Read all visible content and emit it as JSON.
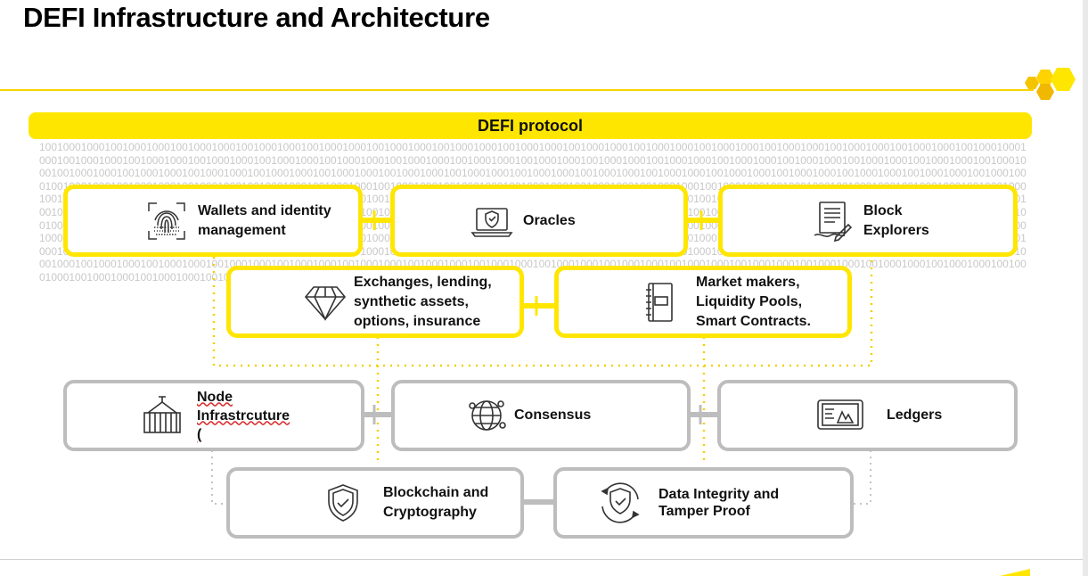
{
  "slide": {
    "title": "DEFI Infrastructure and Architecture"
  },
  "protocol": {
    "label": "DEFI  protocol"
  },
  "binary_background": "1001000100010010001000100100010001001000100010010001000100100010001001000100010010001000100100010001001000100010010001000100100010001001000100010010001000100100010001000100100010001001000100010010001000100100010001001000100010010001000100100010001001000100010010001000100100010001001000100010010001000100100010001001000100010010001000100100010001001000100010010001000100100010001001000100010010001000100100010001001000100010010001000100100010001001000100010010001000100100010001001000100010010001000100100010001001000100010010001000100100010001001000100010010001000100100010001001000100010010001000100100010001001000100010010001000100100010001001000100010010001000100100010001001000100010010001000100100010001001000100010010001000100100010001001000100010010001000100100010001001000100010010001000100100010001001000100010010001000100100010001001000100010010001000100100010001001000100010010001000100100010001001000100010010001000100100010001001000100010010001000100100010001001000100010010001000100100010001001000100010010001000100100010001001000100010010001000100100010001001000100010010001000100100010001001000100010010001000100100010001001000100010010001000100100010001001000100010010001000100100010001001000100010010001000100100010001001000100010010001000100100010001001000100010010001000100100010001001000100010010001000100100010001001000100010010001000100100010001001000100010010001000100100010001001000100010010001000100100010001001000100010010001000100100010001001000100010010001000100100010001001000100010010001000100100010001001000100010010001000100100010001001000100010010001000100100010001001000100010010001000100100010001001000100010010001000100100010001001000100010010001000100100010001001000100",
  "boxes": [
    {
      "id": "wallets",
      "variant": "yellow",
      "label": "Wallets and identity\nmanagement",
      "icon": "fingerprint-icon"
    },
    {
      "id": "oracles",
      "variant": "yellow",
      "label": "Oracles",
      "icon": "laptop-shield-icon"
    },
    {
      "id": "block-explorers",
      "variant": "yellow",
      "label": "Block\nExplorers",
      "icon": "document-pen-icon"
    },
    {
      "id": "exchanges",
      "variant": "yellow",
      "label": "Exchanges, lending,\nsynthetic assets,\noptions, insurance",
      "icon": "diamond-icon"
    },
    {
      "id": "market-makers",
      "variant": "yellow",
      "label": "Market makers,\nLiquidity Pools,\nSmart Contracts.",
      "icon": "notebook-icon"
    },
    {
      "id": "node",
      "variant": "grey",
      "label": "Node\nInfrastrcuture\n(",
      "icon": "container-crane-icon"
    },
    {
      "id": "consensus",
      "variant": "grey",
      "label": "Consensus",
      "icon": "globe-network-icon"
    },
    {
      "id": "ledgers",
      "variant": "grey",
      "label": "Ledgers",
      "icon": "tablet-chart-icon"
    },
    {
      "id": "blockchain",
      "variant": "grey",
      "label": "Blockchain and\nCryptography",
      "icon": "shield-check-icon"
    },
    {
      "id": "data-integrity",
      "variant": "grey",
      "label": "Data Integrity and\nTamper Proof",
      "icon": "shield-refresh-icon"
    }
  ],
  "colors": {
    "accent_yellow": "#ffe600",
    "grey_border": "#bdbdbd",
    "binary_text": "#c8c8c8",
    "text": "#111111"
  }
}
